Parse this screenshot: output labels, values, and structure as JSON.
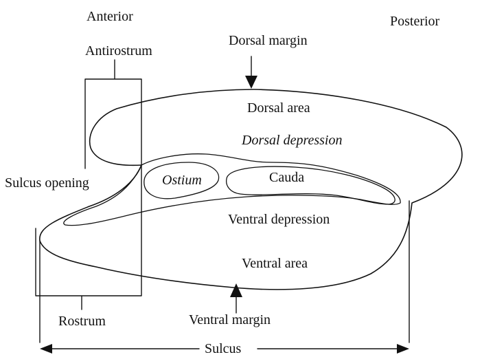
{
  "labels": {
    "anterior": "Anterior",
    "posterior": "Posterior",
    "antirostrum": "Antirostrum",
    "dorsal_margin": "Dorsal margin",
    "dorsal_area": "Dorsal area",
    "dorsal_depression": "Dorsal depression",
    "sulcus_opening": "Sulcus opening",
    "ostium": "Ostium",
    "cauda": "Cauda",
    "ventral_depression": "Ventral depression",
    "ventral_area": "Ventral area",
    "rostrum": "Rostrum",
    "ventral_margin": "Ventral margin",
    "sulcus": "Sulcus"
  }
}
